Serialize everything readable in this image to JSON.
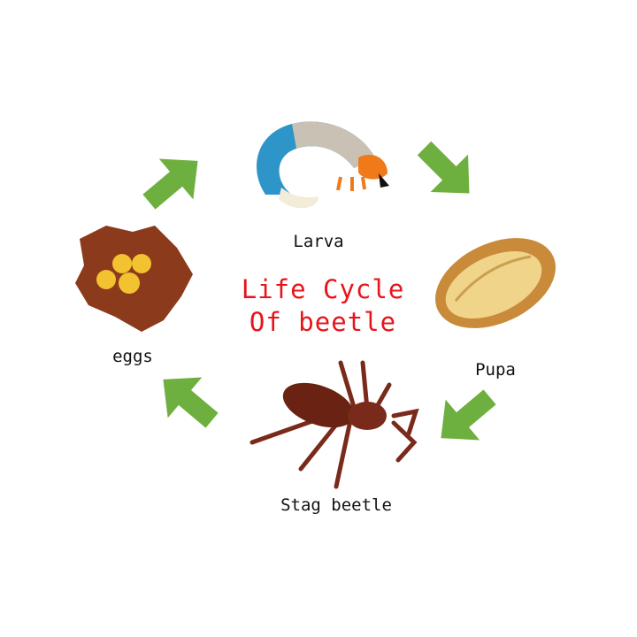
{
  "title": {
    "line1": "Life Cycle",
    "line2": "Of beetle"
  },
  "stages": [
    {
      "id": "larva",
      "label": "Larva"
    },
    {
      "id": "pupa",
      "label": "Pupa"
    },
    {
      "id": "adult",
      "label": "Stag beetle"
    },
    {
      "id": "eggs",
      "label": "eggs"
    }
  ],
  "colors": {
    "arrow": "#6eb03f",
    "title": "#e8141b"
  }
}
